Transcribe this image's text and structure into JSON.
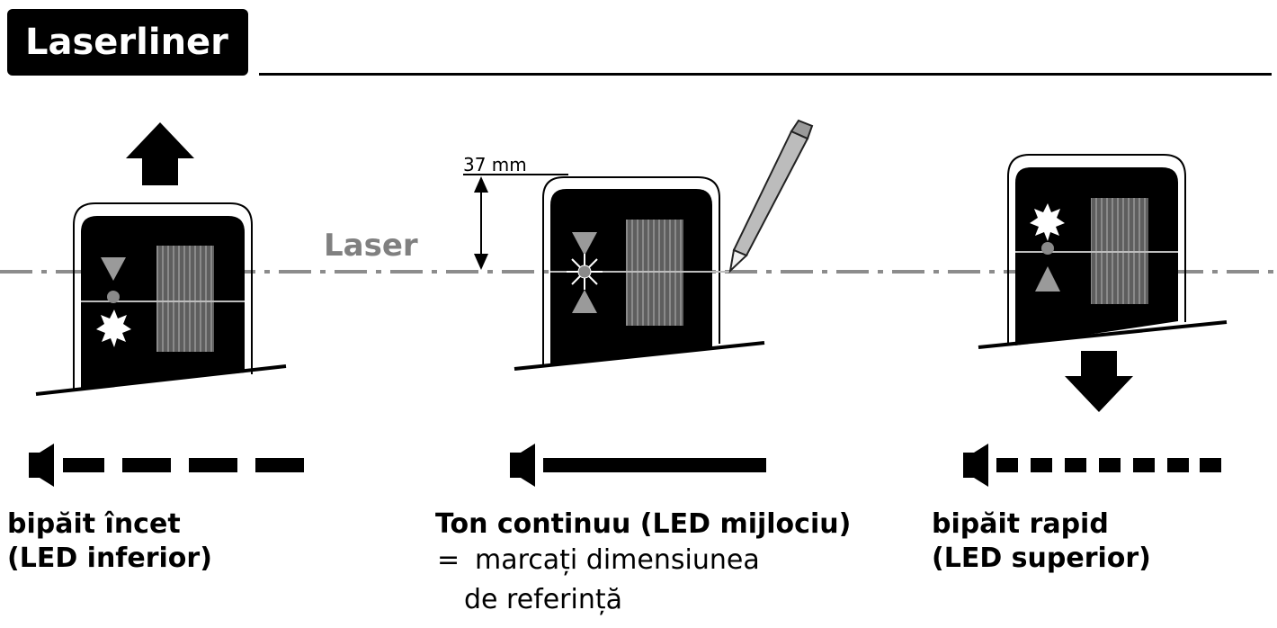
{
  "brand": {
    "name": "Laserliner"
  },
  "laser_label": "Laser",
  "dimension_label": "37 mm",
  "panels": [
    {
      "id": "left",
      "title_line1": "bipăit încet",
      "title_line2": "(LED inferior)",
      "movement": "up",
      "active_led": "bottom",
      "sound": "slow-beep"
    },
    {
      "id": "center",
      "title_line1": "Ton continuu (LED mijlociu)",
      "note_prefix": "=",
      "note_line1": "marcați dimensiunea",
      "note_line2": "de referință",
      "movement": "none",
      "active_led": "middle",
      "sound": "continuous"
    },
    {
      "id": "right",
      "title_line1": "bipăit rapid",
      "title_line2": "(LED superior)",
      "movement": "down",
      "active_led": "top",
      "sound": "fast-beep"
    }
  ],
  "colors": {
    "laser_line": "#8c8c8c",
    "laser_text": "#808080",
    "device_body": "#000000",
    "stripes": "#6e6e6e"
  }
}
